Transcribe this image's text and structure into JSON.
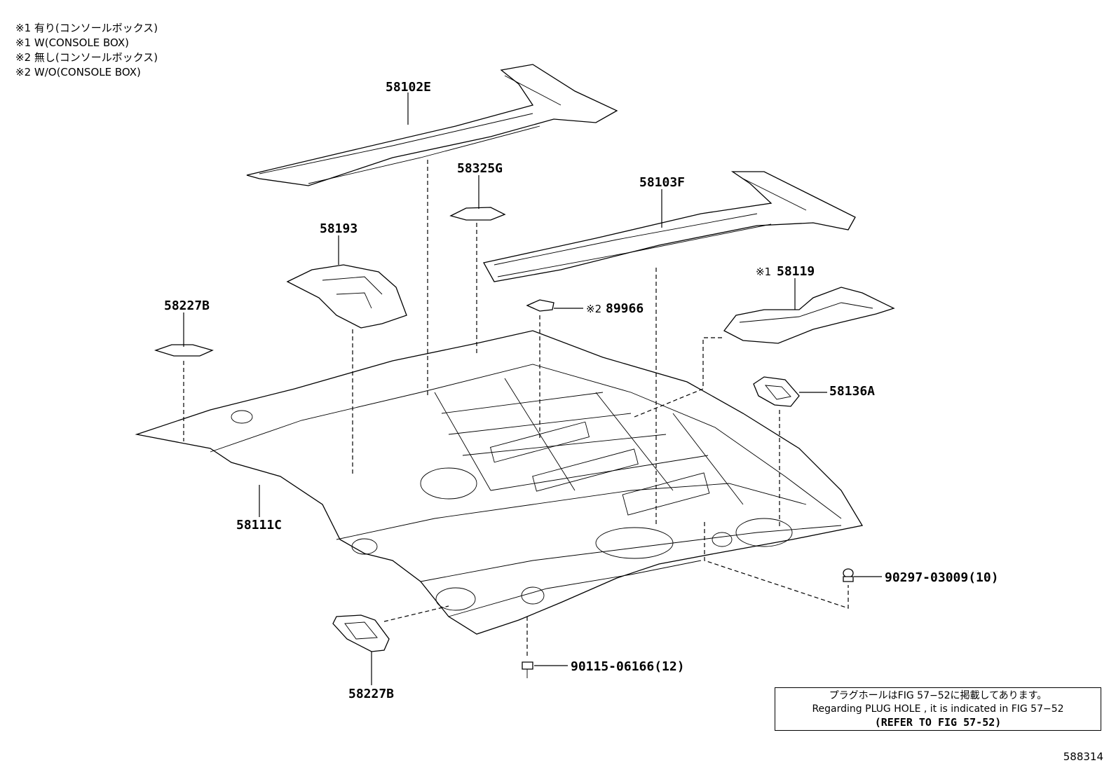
{
  "legend": [
    "※1 有り(コンソールボックス)",
    "※1 W(CONSOLE BOX)",
    "※2 無し(コンソールボックス)",
    "※2 W/O(CONSOLE BOX)"
  ],
  "labels": {
    "p58102E": "58102E",
    "p58325G": "58325G",
    "p58103F": "58103F",
    "p58193": "58193",
    "p58119": "58119",
    "p58119_mark": "※1",
    "p89966": "89966",
    "p89966_mark": "※2",
    "p58227B_top": "58227B",
    "p58136A": "58136A",
    "p58111C": "58111C",
    "p90297": "90297-03009(10)",
    "p90115": "90115-06166(12)",
    "p58227B_bottom": "58227B"
  },
  "note": {
    "line1": "プラグホールはFIG 57−52に掲載してあります。",
    "line2": "Regarding PLUG HOLE , it is indicated in FIG 57−52",
    "line3": "(REFER TO FIG 57-52)"
  },
  "figure_number": "588314"
}
